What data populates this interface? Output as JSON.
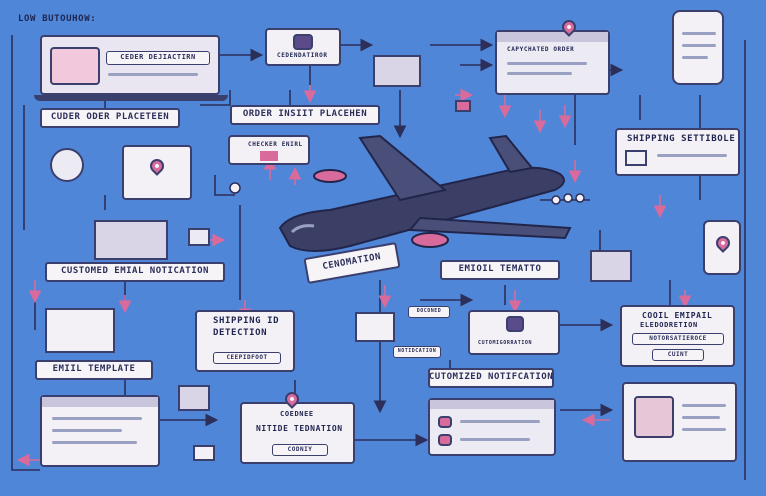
{
  "title": "LOW BUTOUHOW:",
  "labels": {
    "top_screen": "CEDER DEJIACTIRN",
    "mid_top": "CEDENDATIROR",
    "order_bar": "ORDER INSIIT PLACEHEN",
    "top_right_screen": "CAPYCHATED ORDER",
    "order_left": "CUDER ODER PLACETEEN",
    "order_envelope": "CHECKER ENIRL",
    "shipping_top_right": "SHIPPING SETTIBOLE",
    "customed_email": "CUSTOMED EMIAL NOTICATION",
    "cenomation": "CENOMATION",
    "email_template_mid": "EMIOIL TEMATTO",
    "shipping_detection_l1": "SHIPPING ID",
    "shipping_detection_l2": "DETECTION",
    "shipping_detection_btn": "CEEPIDFOOT",
    "cooil_l1": "COOIL EMIPAIL",
    "cooil_l2": "ELEDODRETION",
    "cooil_btn1": "NOTORSATIEROCE",
    "cooil_btn2": "CUINT",
    "email_template_left": "EMIIL TEMPLATE",
    "customized_notification": "CUTOMIZED NOTIFCATION",
    "center_card": "CUTOMIGORRATION",
    "bottom_l1": "COEDNEE",
    "bottom_l2": "NITIDE TEDNATION",
    "bottom_btn": "CODNIY",
    "small_tag1": "DOCONED",
    "small_tag2": "NOTIDCATION"
  },
  "colors": {
    "background": "#4f86d8",
    "box_fill": "#f4f1f6",
    "outline": "#3a3f6e",
    "accent_pink": "#d96a9c",
    "airplane": "#3b3f66"
  },
  "icons": [
    "airplane-icon",
    "package-icon",
    "envelope-icon",
    "location-pin-icon",
    "gauge-icon",
    "smartphone-icon",
    "laptop-icon",
    "gear-icon",
    "lock-icon"
  ]
}
